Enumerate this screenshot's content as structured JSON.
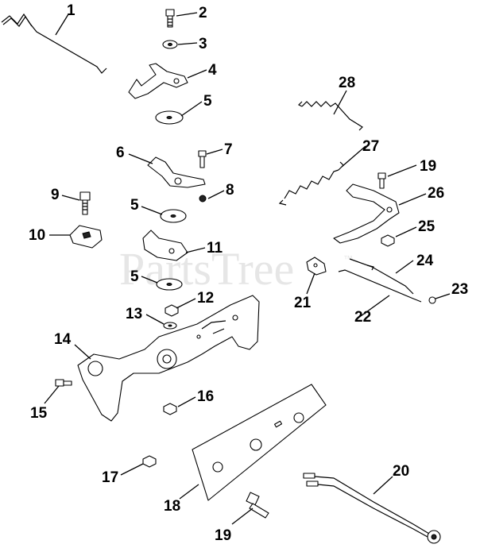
{
  "watermark": {
    "text": "PartsTree",
    "trademark": "™"
  },
  "callouts": [
    {
      "id": "c1",
      "label": "1"
    },
    {
      "id": "c2",
      "label": "2"
    },
    {
      "id": "c3",
      "label": "3"
    },
    {
      "id": "c4",
      "label": "4"
    },
    {
      "id": "c5a",
      "label": "5"
    },
    {
      "id": "c6",
      "label": "6"
    },
    {
      "id": "c7",
      "label": "7"
    },
    {
      "id": "c8",
      "label": "8"
    },
    {
      "id": "c9",
      "label": "9"
    },
    {
      "id": "c10",
      "label": "10"
    },
    {
      "id": "c5b",
      "label": "5"
    },
    {
      "id": "c11",
      "label": "11"
    },
    {
      "id": "c5c",
      "label": "5"
    },
    {
      "id": "c12",
      "label": "12"
    },
    {
      "id": "c13",
      "label": "13"
    },
    {
      "id": "c14",
      "label": "14"
    },
    {
      "id": "c15",
      "label": "15"
    },
    {
      "id": "c16",
      "label": "16"
    },
    {
      "id": "c17",
      "label": "17"
    },
    {
      "id": "c18",
      "label": "18"
    },
    {
      "id": "c19b",
      "label": "19"
    },
    {
      "id": "c20",
      "label": "20"
    },
    {
      "id": "c21",
      "label": "21"
    },
    {
      "id": "c22",
      "label": "22"
    },
    {
      "id": "c23",
      "label": "23"
    },
    {
      "id": "c24",
      "label": "24"
    },
    {
      "id": "c25",
      "label": "25"
    },
    {
      "id": "c26",
      "label": "26"
    },
    {
      "id": "c19a",
      "label": "19"
    },
    {
      "id": "c27",
      "label": "27"
    },
    {
      "id": "c28",
      "label": "28"
    }
  ]
}
